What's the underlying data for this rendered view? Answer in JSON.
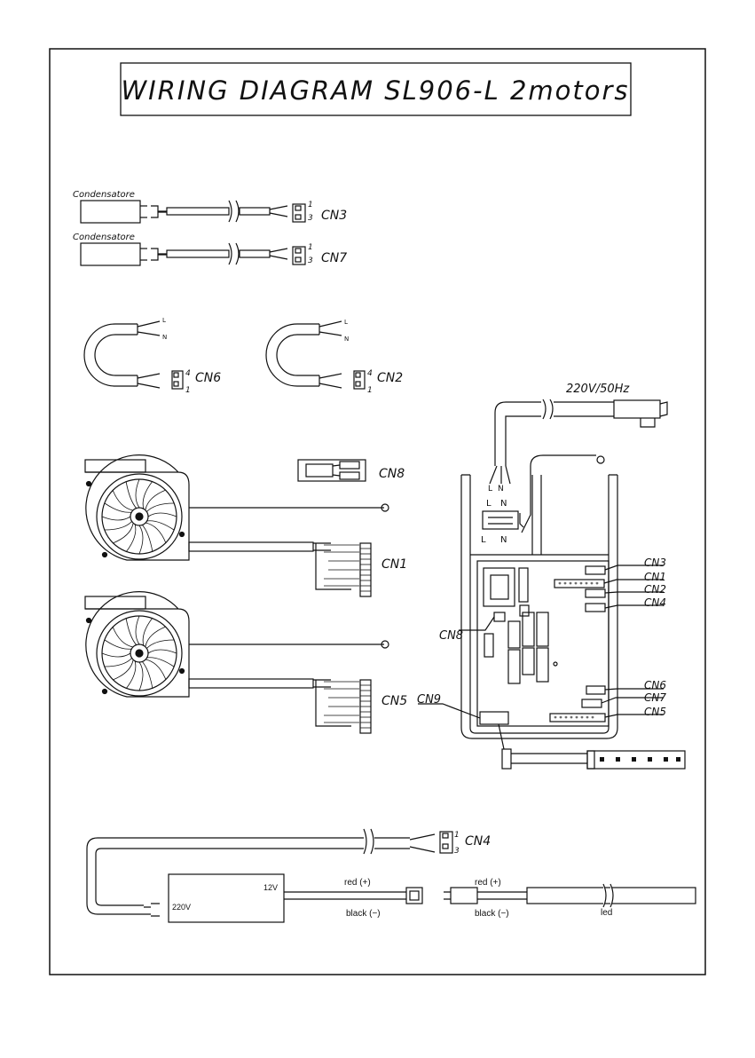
{
  "title": "WIRING DIAGRAM SL906-L 2motors",
  "capacitor_label": "Condensatore",
  "labels": {
    "cn1": "CN1",
    "cn2": "CN2",
    "cn3": "CN3",
    "cn4": "CN4",
    "cn5": "CN5",
    "cn6": "CN6",
    "cn7": "CN7",
    "cn8": "CN8",
    "cn9": "CN9",
    "power": "220V/50Hz",
    "L": "L",
    "N": "N",
    "pin1": "1",
    "pin3": "3",
    "pin4": "4",
    "v12": "12V",
    "v220": "220V",
    "red_plus": "red (+)",
    "black_minus": "black (−)",
    "led": "led"
  }
}
